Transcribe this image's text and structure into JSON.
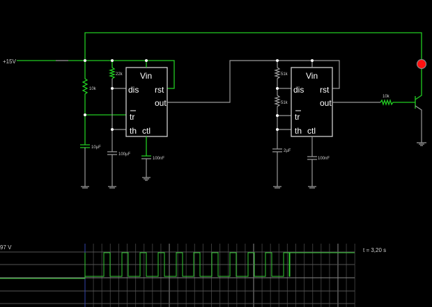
{
  "source": {
    "label": "+15V"
  },
  "chip1": {
    "vin": "Vin",
    "dis": "dis",
    "rst": "rst",
    "out": "out",
    "tr": "tr",
    "th": "th",
    "ctl": "ctl"
  },
  "chip2": {
    "vin": "Vin",
    "dis": "dis",
    "rst": "rst",
    "out": "out",
    "tr": "tr",
    "th": "th",
    "ctl": "ctl"
  },
  "components": {
    "r1": "10k",
    "r2": "22k",
    "c1": "10µF",
    "c2": "100µF",
    "c3": "100nF",
    "r3": "51k",
    "r4": "51k",
    "c4": "2µF",
    "c5": "100nF",
    "r5": "10k"
  },
  "scope": {
    "voltage_label": "97 V",
    "time_label": "t = 3,20 s"
  },
  "colors": {
    "active_wire": "#22cc22",
    "idle_wire": "#9a9a9a",
    "led": "#ff1010",
    "background": "#000000"
  }
}
